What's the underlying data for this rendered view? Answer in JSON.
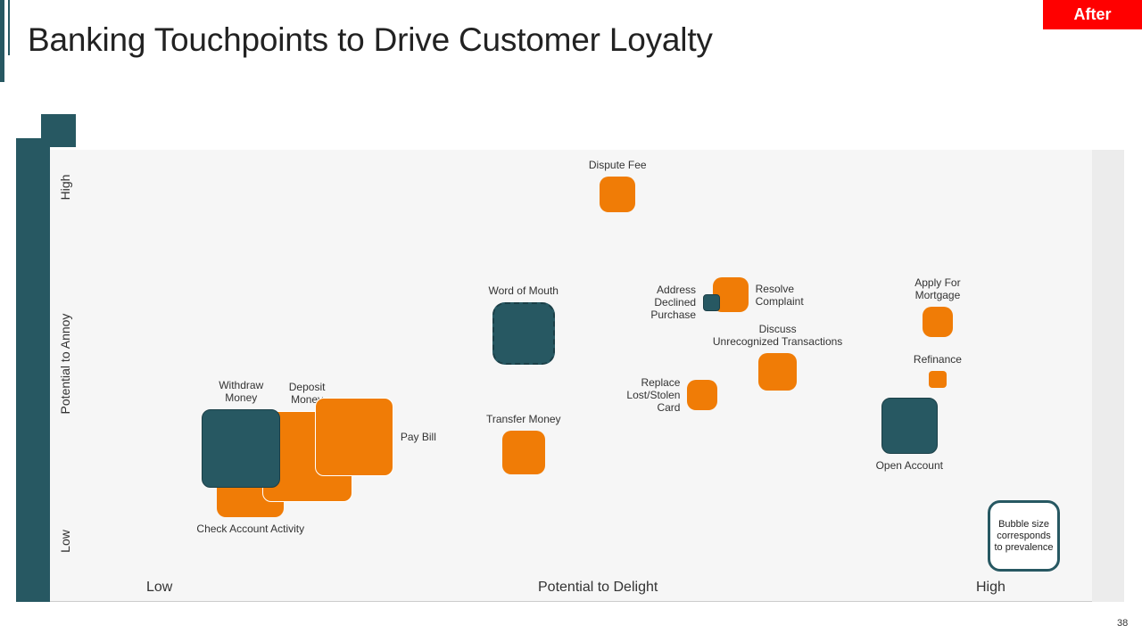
{
  "header": {
    "title": "Banking Touchpoints to Drive Customer Loyalty",
    "badge": "After"
  },
  "chart_data": {
    "type": "scatter",
    "xlabel": "Potential to Delight",
    "ylabel": "Potential to Annoy",
    "x_low_label": "Low",
    "x_high_label": "High",
    "y_low_label": "Low",
    "y_high_label": "High",
    "xlim": [
      0,
      100
    ],
    "ylim": [
      0,
      100
    ],
    "grid": false,
    "size_note": "Bubble size corresponds to prevalence",
    "points": [
      {
        "label": "Check Account Activity",
        "x": 16,
        "y": 18,
        "size": 8.5,
        "color": "#f07c06",
        "label_pos": "below"
      },
      {
        "label": "Deposit Money",
        "x": 22,
        "y": 25,
        "size": 11.5,
        "color": "#f07c06",
        "label_pos": "above"
      },
      {
        "label": "Pay Bill",
        "x": 27,
        "y": 30,
        "size": 10,
        "color": "#f07c06",
        "label_pos": "right"
      },
      {
        "label": "Withdraw Money",
        "x": 15,
        "y": 27,
        "size": 10,
        "color": "#275862",
        "label_pos": "above"
      },
      {
        "label": "Transfer Money",
        "x": 45,
        "y": 26,
        "size": 5.5,
        "color": "#f07c06",
        "label_pos": "above"
      },
      {
        "label": "Word of Mouth",
        "x": 45,
        "y": 57,
        "size": 8,
        "color": "#275862",
        "label_pos": "above"
      },
      {
        "label": "Dispute Fee",
        "x": 55,
        "y": 93,
        "size": 4.5,
        "color": "#f07c06",
        "label_pos": "above"
      },
      {
        "label": "Resolve Complaint",
        "x": 67,
        "y": 67,
        "size": 4.5,
        "color": "#f07c06",
        "label_pos": "right"
      },
      {
        "label": "Address Declined Purchase",
        "x": 65,
        "y": 65,
        "size": 2.2,
        "color": "#275862",
        "label_pos": "left"
      },
      {
        "label": "Discuss Unrecognized Transactions",
        "x": 72,
        "y": 47,
        "size": 4.8,
        "color": "#f07c06",
        "label_pos": "above"
      },
      {
        "label": "Replace Lost/Stolen Card",
        "x": 64,
        "y": 41,
        "size": 3.8,
        "color": "#f07c06",
        "label_pos": "left"
      },
      {
        "label": "Apply For Mortgage",
        "x": 89,
        "y": 60,
        "size": 3.8,
        "color": "#f07c06",
        "label_pos": "above"
      },
      {
        "label": "Refinance",
        "x": 89,
        "y": 45,
        "size": 2.2,
        "color": "#f07c06",
        "label_pos": "above"
      },
      {
        "label": "Open Account",
        "x": 86,
        "y": 33,
        "size": 7.2,
        "color": "#275862",
        "label_pos": "below"
      }
    ]
  },
  "legend": {
    "text": "Bubble size corresponds to prevalence"
  },
  "footer": {
    "page_number": "38"
  }
}
